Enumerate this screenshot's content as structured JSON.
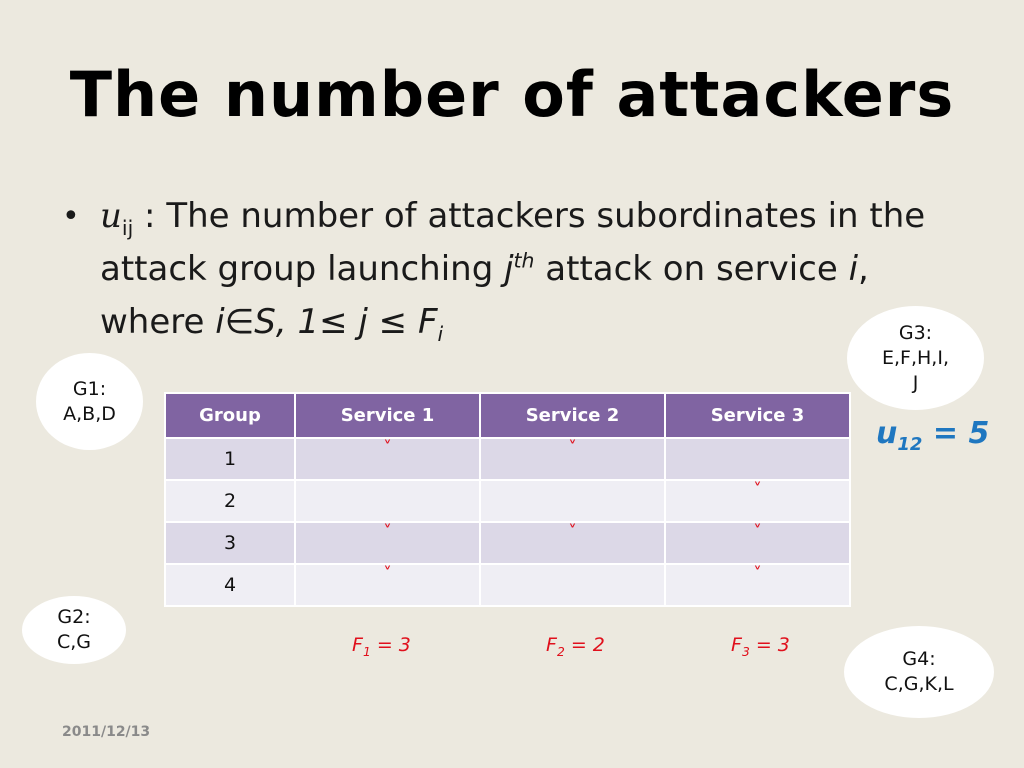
{
  "slide": {
    "title": "The number of attackers",
    "date": "2011/12/13"
  },
  "bullet": {
    "symbol": "•",
    "var_main": "u",
    "var_sub": "ij",
    "text1": " : The number of attackers subordinates in the attack group launching ",
    "j": "j",
    "th": "th",
    "text2": " attack on service ",
    "i": "i",
    "text3": ", where ",
    "cond": "i∈S, 1≤ j ≤ F",
    "cond_sub": "i"
  },
  "groups": [
    {
      "name": "G1:",
      "members": "A,B,D"
    },
    {
      "name": "G2:",
      "members": "C,G"
    },
    {
      "name": "G3:",
      "members_line1": "E,F,H,I,",
      "members_line2": "J"
    },
    {
      "name": "G4:",
      "members": "C,G,K,L"
    }
  ],
  "u12": {
    "main": "u",
    "sub": "12",
    "rest": " = 5"
  },
  "table": {
    "headers": [
      "Group",
      "Service 1",
      "Service 2",
      "Service 3"
    ],
    "rows": [
      [
        "1",
        "˅",
        "˅",
        ""
      ],
      [
        "2",
        "",
        "",
        "˅"
      ],
      [
        "3",
        "˅",
        "˅",
        "˅"
      ],
      [
        "4",
        "˅",
        "",
        "˅"
      ]
    ]
  },
  "f_values": [
    {
      "main": "F",
      "sub": "1",
      "rest": " = 3"
    },
    {
      "main": "F",
      "sub": "2",
      "rest": " = 2"
    },
    {
      "main": "F",
      "sub": "3",
      "rest": " = 3"
    }
  ],
  "colors": {
    "background": "#ece9df",
    "table_header": "#8064a2",
    "row_odd": "#dcd8e7",
    "row_even": "#efeef4",
    "check_mark": "#e0101c",
    "u12_accent": "#1f77c0"
  }
}
